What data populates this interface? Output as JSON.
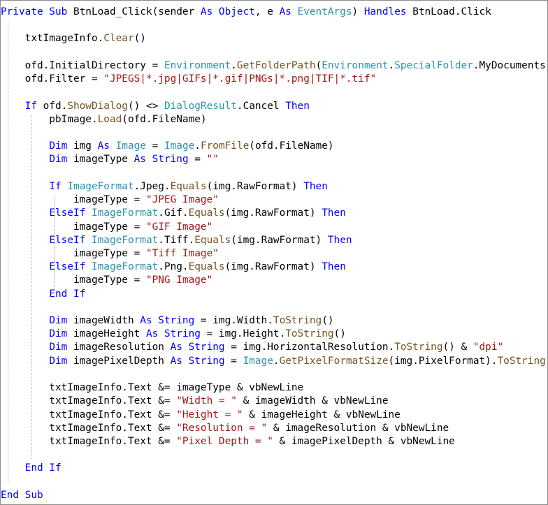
{
  "editor": {
    "language": "Visual Basic",
    "colors": {
      "keyword": "#0000ff",
      "type": "#2b91af",
      "string": "#a31515",
      "method": "#74531f",
      "plain": "#000000"
    },
    "lines": [
      [
        [
          "kw",
          "Private Sub"
        ],
        [
          "plain",
          " BtnLoad_Click(sender "
        ],
        [
          "kw",
          "As"
        ],
        [
          "plain",
          " "
        ],
        [
          "kw",
          "Object"
        ],
        [
          "plain",
          ", e "
        ],
        [
          "kw",
          "As"
        ],
        [
          "plain",
          " "
        ],
        [
          "typ",
          "EventArgs"
        ],
        [
          "plain",
          ") "
        ],
        [
          "kw",
          "Handles"
        ],
        [
          "plain",
          " BtnLoad.Click"
        ]
      ],
      [],
      [
        [
          "plain",
          "    txtImageInfo."
        ],
        [
          "fn",
          "Clear"
        ],
        [
          "plain",
          "()"
        ]
      ],
      [],
      [
        [
          "plain",
          "    ofd.InitialDirectory = "
        ],
        [
          "typ",
          "Environment"
        ],
        [
          "plain",
          "."
        ],
        [
          "fn",
          "GetFolderPath"
        ],
        [
          "plain",
          "("
        ],
        [
          "typ",
          "Environment"
        ],
        [
          "plain",
          "."
        ],
        [
          "typ",
          "SpecialFolder"
        ],
        [
          "plain",
          ".MyDocuments)"
        ]
      ],
      [
        [
          "plain",
          "    ofd.Filter = "
        ],
        [
          "str",
          "\"JPEGS|*.jpg|GIFs|*.gif|PNGs|*.png|TIF|*.tif\""
        ]
      ],
      [],
      [
        [
          "plain",
          "    "
        ],
        [
          "kw",
          "If"
        ],
        [
          "plain",
          " ofd."
        ],
        [
          "fn",
          "ShowDialog"
        ],
        [
          "plain",
          "() <> "
        ],
        [
          "typ",
          "DialogResult"
        ],
        [
          "plain",
          ".Cancel "
        ],
        [
          "kw",
          "Then"
        ]
      ],
      [
        [
          "plain",
          "        pbImage."
        ],
        [
          "fn",
          "Load"
        ],
        [
          "plain",
          "(ofd.FileName)"
        ]
      ],
      [],
      [
        [
          "plain",
          "        "
        ],
        [
          "kw",
          "Dim"
        ],
        [
          "plain",
          " img "
        ],
        [
          "kw",
          "As"
        ],
        [
          "plain",
          " "
        ],
        [
          "typ",
          "Image"
        ],
        [
          "plain",
          " = "
        ],
        [
          "typ",
          "Image"
        ],
        [
          "plain",
          "."
        ],
        [
          "fn",
          "FromFile"
        ],
        [
          "plain",
          "(ofd.FileName)"
        ]
      ],
      [
        [
          "plain",
          "        "
        ],
        [
          "kw",
          "Dim"
        ],
        [
          "plain",
          " imageType "
        ],
        [
          "kw",
          "As"
        ],
        [
          "plain",
          " "
        ],
        [
          "kw",
          "String"
        ],
        [
          "plain",
          " = "
        ],
        [
          "str",
          "\"\""
        ]
      ],
      [],
      [
        [
          "plain",
          "        "
        ],
        [
          "kw",
          "If"
        ],
        [
          "plain",
          " "
        ],
        [
          "typ",
          "ImageFormat"
        ],
        [
          "plain",
          ".Jpeg."
        ],
        [
          "fn",
          "Equals"
        ],
        [
          "plain",
          "(img.RawFormat) "
        ],
        [
          "kw",
          "Then"
        ]
      ],
      [
        [
          "plain",
          "            imageType = "
        ],
        [
          "str",
          "\"JPEG Image\""
        ]
      ],
      [
        [
          "plain",
          "        "
        ],
        [
          "kw",
          "ElseIf"
        ],
        [
          "plain",
          " "
        ],
        [
          "typ",
          "ImageFormat"
        ],
        [
          "plain",
          ".Gif."
        ],
        [
          "fn",
          "Equals"
        ],
        [
          "plain",
          "(img.RawFormat) "
        ],
        [
          "kw",
          "Then"
        ]
      ],
      [
        [
          "plain",
          "            imageType = "
        ],
        [
          "str",
          "\"GIF Image\""
        ]
      ],
      [
        [
          "plain",
          "        "
        ],
        [
          "kw",
          "ElseIf"
        ],
        [
          "plain",
          " "
        ],
        [
          "typ",
          "ImageFormat"
        ],
        [
          "plain",
          ".Tiff."
        ],
        [
          "fn",
          "Equals"
        ],
        [
          "plain",
          "(img.RawFormat) "
        ],
        [
          "kw",
          "Then"
        ]
      ],
      [
        [
          "plain",
          "            imageType = "
        ],
        [
          "str",
          "\"Tiff Image\""
        ]
      ],
      [
        [
          "plain",
          "        "
        ],
        [
          "kw",
          "ElseIf"
        ],
        [
          "plain",
          " "
        ],
        [
          "typ",
          "ImageFormat"
        ],
        [
          "plain",
          ".Png."
        ],
        [
          "fn",
          "Equals"
        ],
        [
          "plain",
          "(img.RawFormat) "
        ],
        [
          "kw",
          "Then"
        ]
      ],
      [
        [
          "plain",
          "            imageType = "
        ],
        [
          "str",
          "\"PNG Image\""
        ]
      ],
      [
        [
          "plain",
          "        "
        ],
        [
          "kw",
          "End If"
        ]
      ],
      [],
      [
        [
          "plain",
          "        "
        ],
        [
          "kw",
          "Dim"
        ],
        [
          "plain",
          " imageWidth "
        ],
        [
          "kw",
          "As"
        ],
        [
          "plain",
          " "
        ],
        [
          "kw",
          "String"
        ],
        [
          "plain",
          " = img.Width."
        ],
        [
          "fn",
          "ToString"
        ],
        [
          "plain",
          "()"
        ]
      ],
      [
        [
          "plain",
          "        "
        ],
        [
          "kw",
          "Dim"
        ],
        [
          "plain",
          " imageHeight "
        ],
        [
          "kw",
          "As"
        ],
        [
          "plain",
          " "
        ],
        [
          "kw",
          "String"
        ],
        [
          "plain",
          " = img.Height."
        ],
        [
          "fn",
          "ToString"
        ],
        [
          "plain",
          "()"
        ]
      ],
      [
        [
          "plain",
          "        "
        ],
        [
          "kw",
          "Dim"
        ],
        [
          "plain",
          " imageResolution "
        ],
        [
          "kw",
          "As"
        ],
        [
          "plain",
          " "
        ],
        [
          "kw",
          "String"
        ],
        [
          "plain",
          " = img.HorizontalResolution."
        ],
        [
          "fn",
          "ToString"
        ],
        [
          "plain",
          "() & "
        ],
        [
          "str",
          "\"dpi\""
        ]
      ],
      [
        [
          "plain",
          "        "
        ],
        [
          "kw",
          "Dim"
        ],
        [
          "plain",
          " imagePixelDepth "
        ],
        [
          "kw",
          "As"
        ],
        [
          "plain",
          " "
        ],
        [
          "kw",
          "String"
        ],
        [
          "plain",
          " = "
        ],
        [
          "typ",
          "Image"
        ],
        [
          "plain",
          "."
        ],
        [
          "fn",
          "GetPixelFormatSize"
        ],
        [
          "plain",
          "(img.PixelFormat)."
        ],
        [
          "fn",
          "ToString"
        ],
        [
          "plain",
          "()"
        ]
      ],
      [],
      [
        [
          "plain",
          "        txtImageInfo.Text &= imageType & vbNewLine"
        ]
      ],
      [
        [
          "plain",
          "        txtImageInfo.Text &= "
        ],
        [
          "str",
          "\"Width = \""
        ],
        [
          "plain",
          " & imageWidth & vbNewLine"
        ]
      ],
      [
        [
          "plain",
          "        txtImageInfo.Text &= "
        ],
        [
          "str",
          "\"Height = \""
        ],
        [
          "plain",
          " & imageHeight & vbNewLine"
        ]
      ],
      [
        [
          "plain",
          "        txtImageInfo.Text &= "
        ],
        [
          "str",
          "\"Resolution = \""
        ],
        [
          "plain",
          " & imageResolution & vbNewLine"
        ]
      ],
      [
        [
          "plain",
          "        txtImageInfo.Text &= "
        ],
        [
          "str",
          "\"Pixel Depth = \""
        ],
        [
          "plain",
          " & imagePixelDepth & vbNewLine"
        ]
      ],
      [],
      [
        [
          "plain",
          "    "
        ],
        [
          "kw",
          "End If"
        ]
      ],
      [],
      [
        [
          "kw",
          "End Sub"
        ]
      ]
    ]
  }
}
